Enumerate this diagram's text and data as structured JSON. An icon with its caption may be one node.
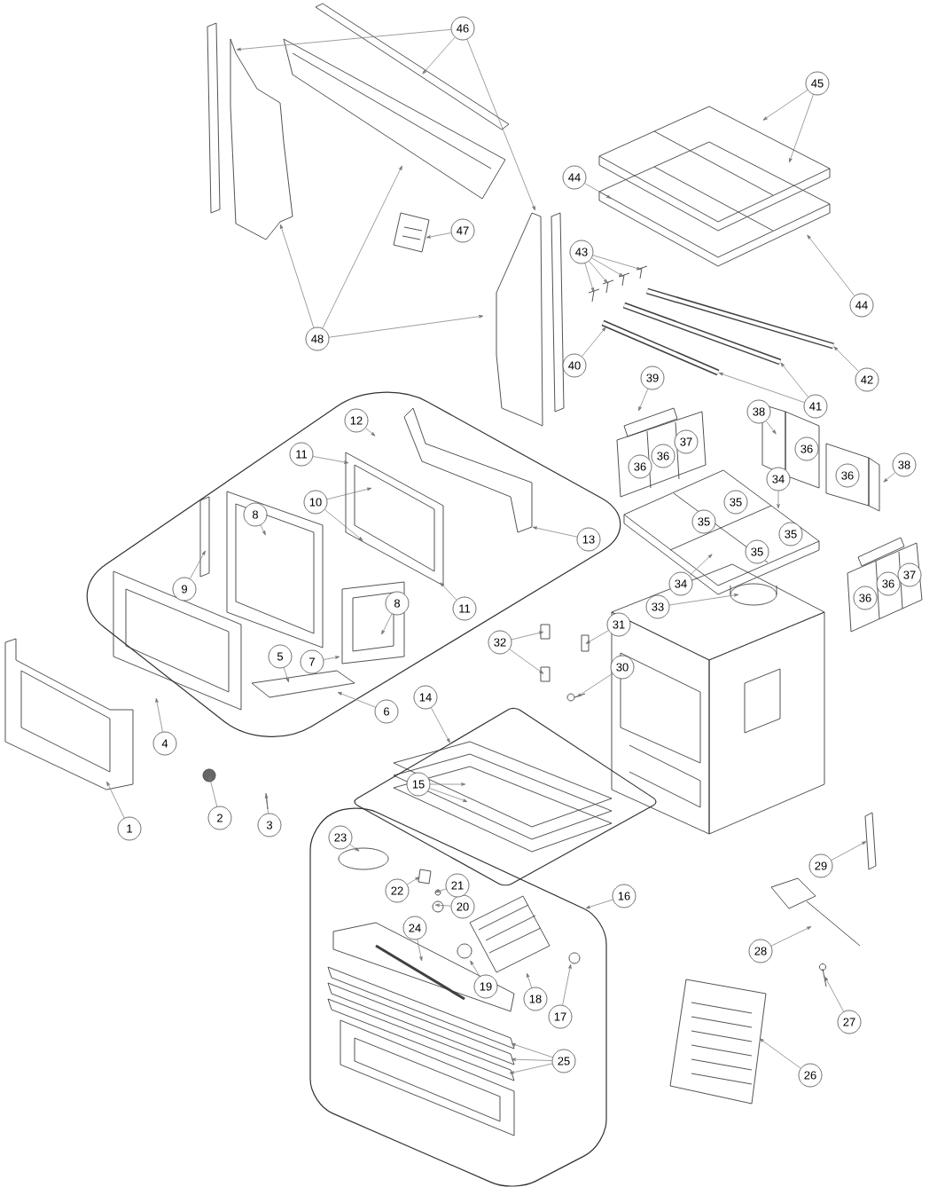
{
  "diagram": {
    "nodes": [
      {
        "text": [
          "1"
        ]
      },
      {
        "text": [
          "2"
        ]
      },
      {
        "text": [
          "3"
        ]
      },
      {
        "text": [
          "4"
        ]
      },
      {
        "text": [
          "5"
        ]
      },
      {
        "text": [
          "6"
        ]
      },
      {
        "text": [
          "7"
        ]
      },
      {
        "text": [
          "8"
        ]
      },
      {
        "text": [
          "8"
        ]
      },
      {
        "text": [
          "9"
        ]
      },
      {
        "text": [
          "10"
        ]
      },
      {
        "text": [
          "11"
        ]
      },
      {
        "text": [
          "11"
        ]
      },
      {
        "text": [
          "12"
        ]
      },
      {
        "text": [
          "13"
        ]
      },
      {
        "text": [
          "14"
        ]
      },
      {
        "text": [
          "15"
        ]
      },
      {
        "text": [
          "16"
        ]
      },
      {
        "text": [
          "17"
        ]
      },
      {
        "text": [
          "18"
        ]
      },
      {
        "text": [
          "19"
        ]
      },
      {
        "text": [
          "20"
        ]
      },
      {
        "text": [
          "21"
        ]
      },
      {
        "text": [
          "22"
        ]
      },
      {
        "text": [
          "23"
        ]
      },
      {
        "text": [
          "24"
        ]
      },
      {
        "text": [
          "25"
        ]
      },
      {
        "text": [
          "26"
        ]
      },
      {
        "text": [
          "27"
        ]
      },
      {
        "text": [
          "28"
        ]
      },
      {
        "text": [
          "29"
        ]
      },
      {
        "text": [
          "30"
        ]
      },
      {
        "text": [
          "31"
        ]
      },
      {
        "text": [
          "32"
        ]
      },
      {
        "text": [
          "33"
        ]
      },
      {
        "text": [
          "34"
        ]
      },
      {
        "text": [
          "34"
        ]
      },
      {
        "text": [
          "35"
        ]
      },
      {
        "text": [
          "35"
        ]
      },
      {
        "text": [
          "35"
        ]
      },
      {
        "text": [
          "35"
        ]
      },
      {
        "text": [
          "36"
        ]
      },
      {
        "text": [
          "36"
        ]
      },
      {
        "text": [
          "36"
        ]
      },
      {
        "text": [
          "36"
        ]
      },
      {
        "text": [
          "36"
        ]
      },
      {
        "text": [
          "36"
        ]
      },
      {
        "text": [
          "37"
        ]
      },
      {
        "text": [
          "37"
        ]
      },
      {
        "text": [
          "38"
        ]
      },
      {
        "text": [
          "38"
        ]
      },
      {
        "text": [
          "39"
        ]
      },
      {
        "text": [
          "40"
        ]
      },
      {
        "text": [
          "41"
        ]
      },
      {
        "text": [
          "42"
        ]
      },
      {
        "text": [
          "43"
        ]
      },
      {
        "text": [
          "44"
        ]
      },
      {
        "text": [
          "44"
        ]
      },
      {
        "text": [
          "45"
        ]
      },
      {
        "text": [
          "46"
        ]
      },
      {
        "text": [
          "47"
        ]
      },
      {
        "text": [
          "48"
        ]
      }
    ],
    "edges": [
      {
        "from": 0,
        "to": null,
        "arrow": "to"
      },
      {
        "from": 1,
        "to": null,
        "arrow": "to"
      },
      {
        "from": 2,
        "to": null,
        "arrow": "to"
      },
      {
        "from": 3,
        "to": null,
        "arrow": "to"
      },
      {
        "from": 4,
        "to": null,
        "arrow": "to"
      },
      {
        "from": 5,
        "to": null,
        "arrow": "to"
      },
      {
        "from": 6,
        "to": null,
        "arrow": "to"
      },
      {
        "from": 7,
        "to": null,
        "arrow": "to"
      },
      {
        "from": 8,
        "to": null,
        "arrow": "to"
      },
      {
        "from": 9,
        "to": null,
        "arrow": "to"
      },
      {
        "from": 10,
        "to": null,
        "arrow": "to"
      },
      {
        "from": 10,
        "to": null,
        "arrow": "to"
      },
      {
        "from": 11,
        "to": null,
        "arrow": "to"
      },
      {
        "from": 12,
        "to": null,
        "arrow": "to"
      },
      {
        "from": 13,
        "to": null,
        "arrow": "to"
      },
      {
        "from": 14,
        "to": null,
        "arrow": "to"
      },
      {
        "from": 15,
        "to": null,
        "arrow": "to"
      },
      {
        "from": 16,
        "to": null,
        "arrow": "to"
      },
      {
        "from": 16,
        "to": null,
        "arrow": "to"
      },
      {
        "from": 17,
        "to": null,
        "arrow": "to"
      },
      {
        "from": 18,
        "to": null,
        "arrow": "to"
      },
      {
        "from": 19,
        "to": null,
        "arrow": "to"
      },
      {
        "from": 20,
        "to": null,
        "arrow": "to"
      },
      {
        "from": 21,
        "to": null,
        "arrow": "to"
      },
      {
        "from": 22,
        "to": null,
        "arrow": "to"
      },
      {
        "from": 23,
        "to": null,
        "arrow": "to"
      },
      {
        "from": 24,
        "to": null,
        "arrow": "to"
      },
      {
        "from": 25,
        "to": null,
        "arrow": "to"
      },
      {
        "from": 26,
        "to": null,
        "arrow": "to"
      },
      {
        "from": 26,
        "to": null,
        "arrow": "to"
      },
      {
        "from": 26,
        "to": null,
        "arrow": "to"
      },
      {
        "from": 27,
        "to": null,
        "arrow": "to"
      },
      {
        "from": 28,
        "to": null,
        "arrow": "to"
      },
      {
        "from": 29,
        "to": null,
        "arrow": "to"
      },
      {
        "from": 30,
        "to": null,
        "arrow": "to"
      },
      {
        "from": 31,
        "to": null,
        "arrow": "to"
      },
      {
        "from": 32,
        "to": null,
        "arrow": "to"
      },
      {
        "from": 33,
        "to": null,
        "arrow": "to"
      },
      {
        "from": 33,
        "to": null,
        "arrow": "to"
      },
      {
        "from": 34,
        "to": null,
        "arrow": "to"
      },
      {
        "from": 35,
        "to": null,
        "arrow": "to"
      },
      {
        "from": 36,
        "to": null,
        "arrow": "to"
      },
      {
        "from": 49,
        "to": null,
        "arrow": "to"
      },
      {
        "from": 50,
        "to": null,
        "arrow": "to"
      },
      {
        "from": 51,
        "to": null,
        "arrow": "to"
      },
      {
        "from": 52,
        "to": null,
        "arrow": "to"
      },
      {
        "from": 53,
        "to": null,
        "arrow": "to"
      },
      {
        "from": 53,
        "to": null,
        "arrow": "to"
      },
      {
        "from": 54,
        "to": null,
        "arrow": "to"
      },
      {
        "from": 55,
        "to": null,
        "arrow": "to"
      },
      {
        "from": 55,
        "to": null,
        "arrow": "to"
      },
      {
        "from": 55,
        "to": null,
        "arrow": "to"
      },
      {
        "from": 55,
        "to": null,
        "arrow": "to"
      },
      {
        "from": 56,
        "to": null,
        "arrow": "to"
      },
      {
        "from": 57,
        "to": null,
        "arrow": "to"
      },
      {
        "from": 58,
        "to": null,
        "arrow": "to"
      },
      {
        "from": 58,
        "to": null,
        "arrow": "to"
      },
      {
        "from": 59,
        "to": null,
        "arrow": "to"
      },
      {
        "from": 59,
        "to": null,
        "arrow": "to"
      },
      {
        "from": 59,
        "to": null,
        "arrow": "to"
      },
      {
        "from": 60,
        "to": null,
        "arrow": "to"
      },
      {
        "from": 61,
        "to": null,
        "arrow": "to"
      },
      {
        "from": 61,
        "to": null,
        "arrow": "to"
      },
      {
        "from": 61,
        "to": null,
        "arrow": "to"
      }
    ]
  }
}
